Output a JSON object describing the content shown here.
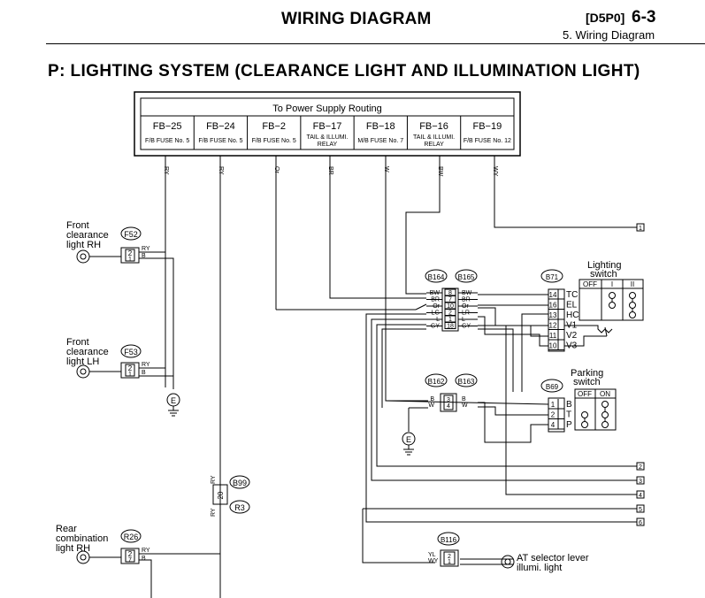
{
  "header": {
    "title": "WIRING DIAGRAM",
    "code": "[D5P0]",
    "page": "6-3",
    "section": "5. Wiring Diagram"
  },
  "heading": "P:  LIGHTING SYSTEM (CLEARANCE LIGHT AND ILLUMINATION LIGHT)",
  "supply": {
    "title": "To Power Supply Routing",
    "fuses": [
      {
        "id": "FB−25",
        "l1": "F/B FUSE No. 5",
        "l2": "",
        "wire": "RY"
      },
      {
        "id": "FB−24",
        "l1": "F/B FUSE No. 5",
        "l2": "",
        "wire": "RY"
      },
      {
        "id": "FB−2",
        "l1": "F/B FUSE No. 5",
        "l2": "",
        "wire": "Or"
      },
      {
        "id": "FB−17",
        "l1": "TAIL & ILLUMI.",
        "l2": "RELAY",
        "wire": "BR"
      },
      {
        "id": "FB−18",
        "l1": "M/B FUSE No. 7",
        "l2": "",
        "wire": "W"
      },
      {
        "id": "FB−16",
        "l1": "TAIL & ILLUMI.",
        "l2": "RELAY",
        "wire": "BW"
      },
      {
        "id": "FB−19",
        "l1": "F/B FUSE No. 12",
        "l2": "",
        "wire": "WY"
      }
    ]
  },
  "components": {
    "front_rh": {
      "l1": "Front",
      "l2": "clearance",
      "l3": "light RH",
      "conn": "F52"
    },
    "front_lh": {
      "l1": "Front",
      "l2": "clearance",
      "l3": "light LH",
      "conn": "F53"
    },
    "rear": {
      "l1": "Rear",
      "l2": "combination",
      "l3": "light RH",
      "conn": "R26"
    },
    "lighting_switch": {
      "l1": "Lighting",
      "l2": "switch",
      "conn": "B71",
      "cols": [
        "OFF",
        "I",
        "II"
      ],
      "pins": [
        {
          "num": "14",
          "name": "TC"
        },
        {
          "num": "16",
          "name": "EL"
        },
        {
          "num": "13",
          "name": "HC"
        },
        {
          "num": "12",
          "name": "V1"
        },
        {
          "num": "11",
          "name": "V2"
        },
        {
          "num": "10",
          "name": "V3"
        }
      ]
    },
    "parking_switch": {
      "l1": "Parking",
      "l2": "switch",
      "conn": "B69",
      "cols": [
        "OFF",
        "ON"
      ],
      "pins": [
        {
          "num": "1",
          "name": "B"
        },
        {
          "num": "2",
          "name": "T"
        },
        {
          "num": "4",
          "name": "P"
        }
      ]
    },
    "at_selector": {
      "l1": "AT selector lever",
      "l2": "illumi. light",
      "conn": "B116"
    }
  },
  "connectors": {
    "b164": "B164",
    "b165": "B165",
    "b162": "B162",
    "b163": "B163",
    "b99": "B99",
    "r3": "R3",
    "pins_b164": [
      "8",
      "7",
      "10",
      "2",
      "1",
      "18"
    ],
    "wires_b164_left": [
      "BW",
      "BR",
      "Or",
      "LG",
      "L",
      "GY"
    ],
    "wires_b164_right": [
      "BW",
      "BR",
      "Or",
      "LR",
      "L",
      "GY"
    ],
    "pins_b162": [
      "3",
      "4"
    ],
    "wires_b162_left": [
      "B",
      "W"
    ],
    "wires_b162_right": [
      "B",
      "W"
    ],
    "b99_pin": "20",
    "b99_wire_top": "RY",
    "b99_wire_bottom": "RY"
  },
  "wire_labels": {
    "f52_a": "RY",
    "f52_b": "B",
    "f52_p1": "2",
    "f52_p2": "1",
    "f53_a": "RY",
    "f53_b": "B",
    "f53_p1": "2",
    "f53_p2": "1",
    "r26_a": "RY",
    "r26_b": "B",
    "r26_p1": "2",
    "r26_p2": "7",
    "b116_a": "YL",
    "b116_b": "WY",
    "b116_p1": "2",
    "b116_p2": "1"
  },
  "ground": "E",
  "refs": [
    "1",
    "2",
    "3",
    "4",
    "5",
    "6"
  ]
}
